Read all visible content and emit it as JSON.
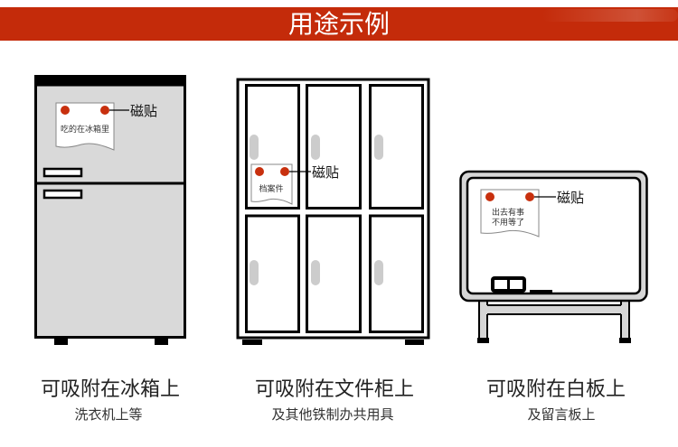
{
  "header": {
    "title": "用途示例"
  },
  "colors": {
    "banner": "#c42b0a",
    "magnet": "#c8300e",
    "fridge_body": "#d9d9d9",
    "handle": "#cccccc",
    "board_frame": "#d6d6d6"
  },
  "examples": [
    {
      "object": "fridge",
      "note_lines": [
        "吃的在冰箱里"
      ],
      "magnet_label": "磁贴",
      "caption": "可吸附在冰箱上",
      "subcaption": "洗衣机上等"
    },
    {
      "object": "file-cabinet",
      "note_lines": [
        "档案件"
      ],
      "magnet_label": "磁贴",
      "caption": "可吸附在文件柜上",
      "subcaption": "及其他铁制办共用具"
    },
    {
      "object": "whiteboard",
      "note_lines": [
        "出去有事",
        "不用等了"
      ],
      "magnet_label": "磁贴",
      "caption": "可吸附在白板上",
      "subcaption": "及留言板上"
    }
  ]
}
